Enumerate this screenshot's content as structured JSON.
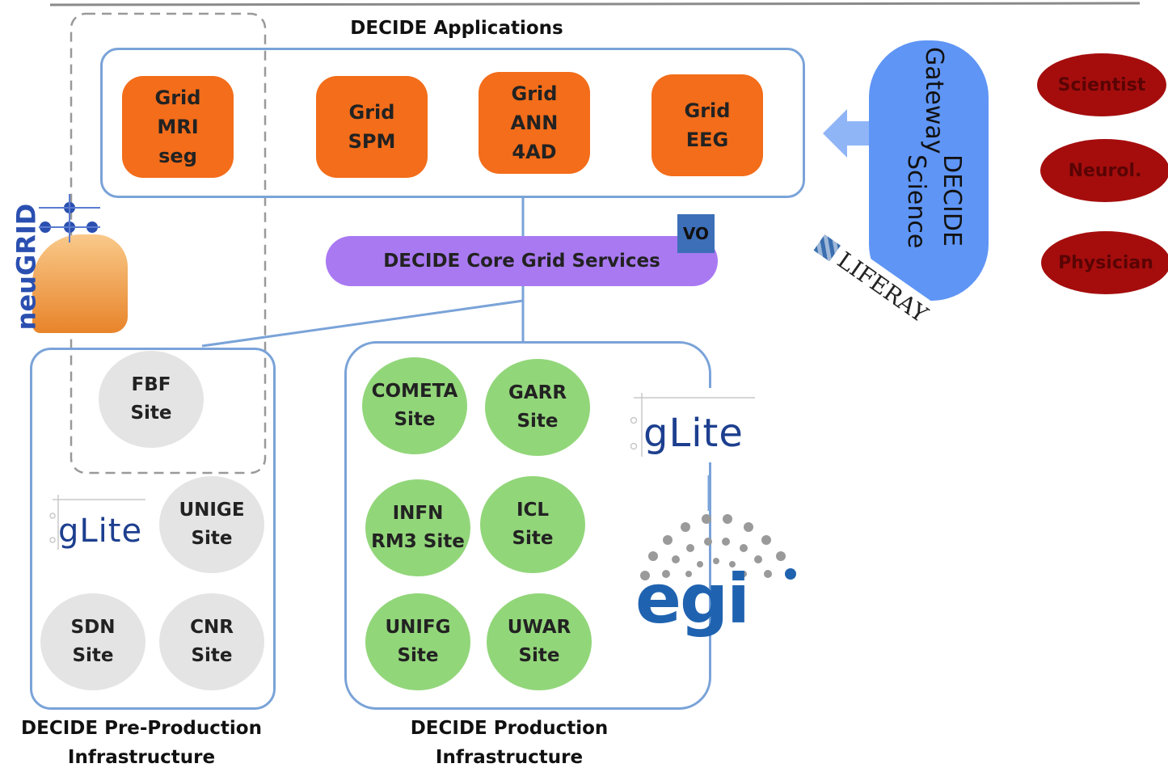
{
  "applications_title": "DECIDE Applications",
  "apps": [
    {
      "lines": [
        "Grid",
        "MRI",
        "seg"
      ]
    },
    {
      "lines": [
        "Grid",
        "SPM"
      ]
    },
    {
      "lines": [
        "Grid",
        "ANN",
        "4AD"
      ]
    },
    {
      "lines": [
        "Grid",
        "EEG"
      ]
    }
  ],
  "core_services": "DECIDE Core Grid Services",
  "vo_label": "VO",
  "gateway": {
    "line1": "DECIDE Science",
    "line2": "Gateway"
  },
  "liferay_logo_text": "LIFERAY",
  "roles": [
    "Scientist",
    "Neurol.",
    "Physician"
  ],
  "neugrid_logo_text": "neuGRID",
  "preprod_sites": [
    {
      "lines": [
        "FBF",
        "Site"
      ]
    },
    {
      "lines": [
        "UNIGE",
        "Site"
      ]
    },
    {
      "lines": [
        "SDN",
        "Site"
      ]
    },
    {
      "lines": [
        "CNR",
        "Site"
      ]
    }
  ],
  "prod_sites": [
    {
      "lines": [
        "COMETA",
        "Site"
      ]
    },
    {
      "lines": [
        "GARR",
        "Site"
      ]
    },
    {
      "lines": [
        "INFN",
        "RM3 Site"
      ]
    },
    {
      "lines": [
        "ICL",
        "Site"
      ]
    },
    {
      "lines": [
        "UNIFG",
        "Site"
      ]
    },
    {
      "lines": [
        "UWAR",
        "Site"
      ]
    }
  ],
  "glite_logo_text": "gLite",
  "egi_logo_text": "egi",
  "preprod_label": {
    "line1": "DECIDE Pre-Production",
    "line2": "Infrastructure"
  },
  "prod_label": {
    "line1": "DECIDE Production",
    "line2": "Infrastructure"
  },
  "colors": {
    "app": "#f36d1a",
    "core": "#a979f2",
    "gateway": "#5f95f5",
    "role": "#a50d0d",
    "green_site": "#92d67a",
    "grey_site": "#e4e4e4",
    "egi": "#1f63b0"
  }
}
